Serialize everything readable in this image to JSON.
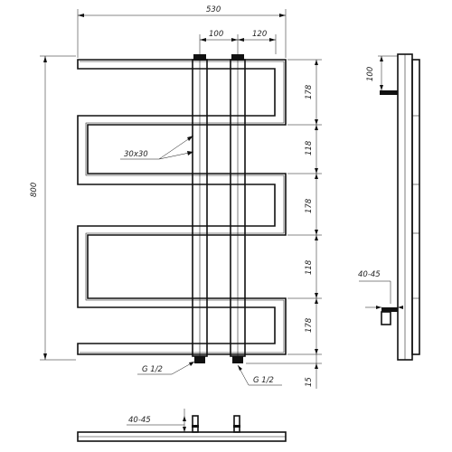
{
  "dimensions": {
    "overall_width": "530",
    "spacing_a": "100",
    "spacing_b": "120",
    "overall_height": "800",
    "rail_1": "178",
    "gap_1": "118",
    "rail_2": "178",
    "gap_2": "118",
    "rail_3": "178",
    "bottom_offset": "15",
    "profile": "30x30",
    "thread_left": "G 1/2",
    "thread_right": "G 1/2",
    "side_top": "100",
    "side_offset": "40-45",
    "bottom_offset_view": "40-45"
  }
}
